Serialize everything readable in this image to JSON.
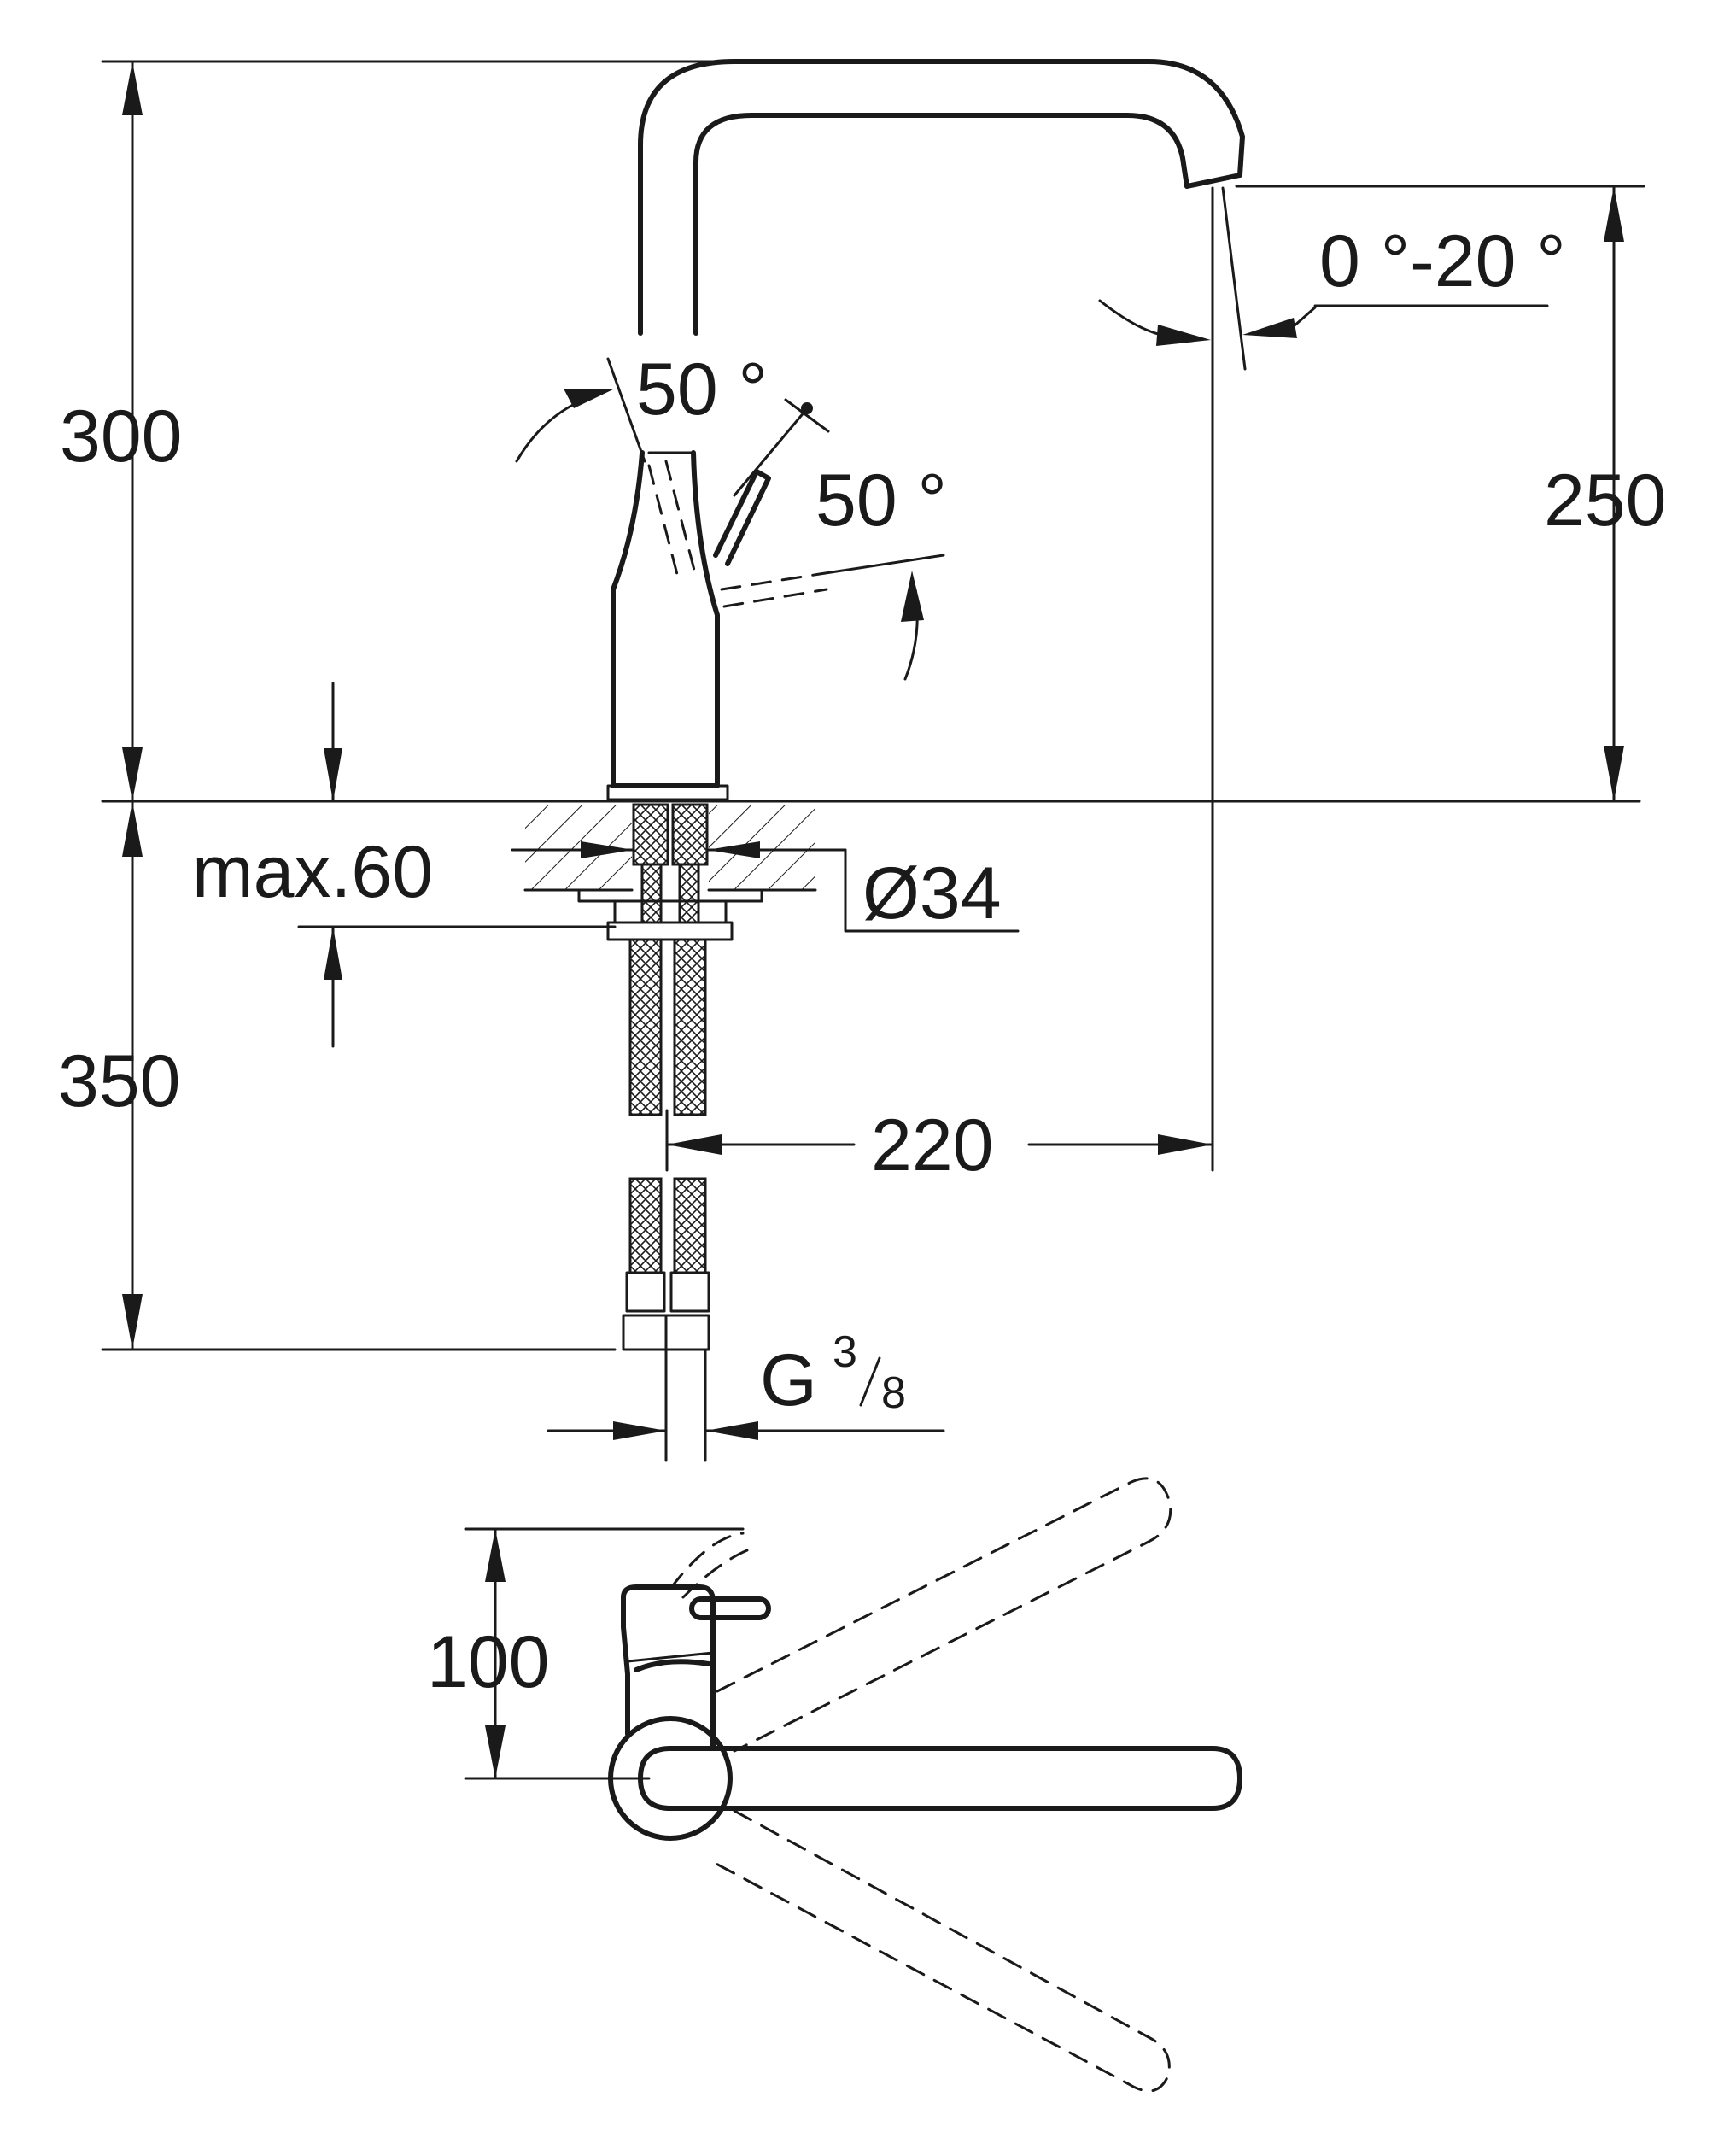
{
  "labels": {
    "height_total": "300",
    "height_spout": "250",
    "below_counter": "350",
    "max_deck": "max.60",
    "hole_diameter": "Ø34",
    "reach": "220",
    "handle_top": "50 °",
    "handle_side": "50 °",
    "spout_tilt": "0 °-20 °",
    "thread_letter": "G",
    "thread_num": "3",
    "thread_den": "8",
    "top_view_depth": "100"
  },
  "colors": {
    "line": "#1a1a1a",
    "background": "#ffffff"
  }
}
